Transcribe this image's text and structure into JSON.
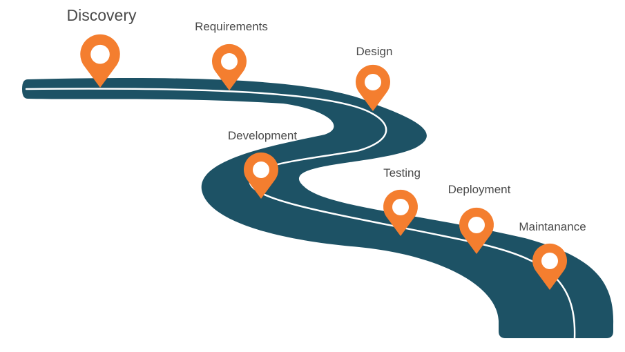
{
  "stages": [
    {
      "label": "Discovery",
      "emphasis": "large"
    },
    {
      "label": "Requirements",
      "emphasis": "normal"
    },
    {
      "label": "Design",
      "emphasis": "normal"
    },
    {
      "label": "Development",
      "emphasis": "normal"
    },
    {
      "label": "Testing",
      "emphasis": "normal"
    },
    {
      "label": "Deployment",
      "emphasis": "normal"
    },
    {
      "label": "Maintanance",
      "emphasis": "normal"
    }
  ],
  "colors": {
    "road": "#1d5265",
    "road_line": "#ffffff",
    "pin": "#f47e2f",
    "pin_hole": "#ffffff",
    "text": "#4a4a4a",
    "background": "#ffffff"
  },
  "icon": "map-pin-icon"
}
